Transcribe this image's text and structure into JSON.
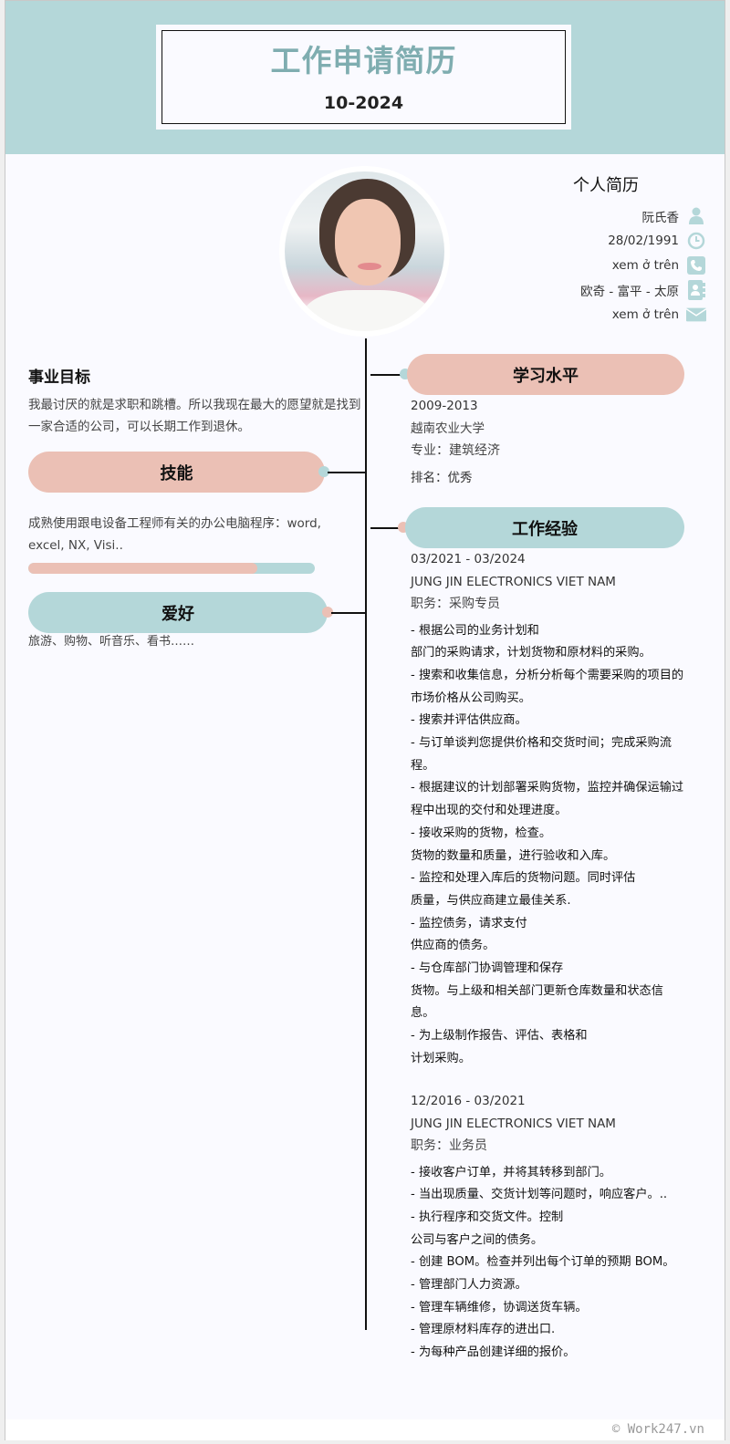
{
  "header": {
    "title": "工作申请简历",
    "date": "10-2024"
  },
  "personal": {
    "title": "个人简历",
    "rows": [
      {
        "icon": "user-icon",
        "value": "阮氏香"
      },
      {
        "icon": "clock-icon",
        "value": "28/02/1991"
      },
      {
        "icon": "phone-icon",
        "value": "xem ở trên"
      },
      {
        "icon": "address-book-icon",
        "value": "欧奇 - 富平 - 太原"
      },
      {
        "icon": "envelope-icon",
        "value": "xem ở trên"
      }
    ]
  },
  "objective": {
    "title": "事业目标",
    "text": "我最讨厌的就是求职和跳槽。所以我现在最大的愿望就是找到一家合适的公司，可以长期工作到退休。"
  },
  "skills": {
    "title": "技能",
    "text": "成熟使用跟电设备工程师有关的办公电脑程序：word, excel, NX, Visi..",
    "level_percent": 80
  },
  "hobbies": {
    "title": "爱好",
    "text": "旅游、购物、听音乐、看书……"
  },
  "education": {
    "title": "学习水平",
    "period": "2009-2013",
    "school": "越南农业大学",
    "major": "专业：建筑经济",
    "rank": "排名：优秀"
  },
  "experience": {
    "title": "工作经验",
    "jobs": [
      {
        "period": "03/2021 - 03/2024",
        "company": "JUNG JIN ELECTRONICS VIET NAM",
        "position": "职务：采购专员",
        "duties": [
          "- 根据公司的业务计划和",
          "部门的采购请求，计划货物和原材料的采购。",
          "- 搜索和收集信息，分析分析每个需要采购的项目的市场价格从公司购买。",
          "- 搜索并评估供应商。",
          "- 与订单谈判您提供价格和交货时间；完成采购流程。",
          "- 根据建议的计划部署采购货物，监控并确保运输过程中出现的交付和处理进度。",
          "- 接收采购的货物，检查。",
          "货物的数量和质量，进行验收和入库。",
          "- 监控和处理入库后的货物问题。同时评估",
          "质量，与供应商建立最佳关系.",
          "- 监控债务，请求支付",
          "供应商的债务。",
          "- 与仓库部门协调管理和保存",
          "货物。与上级和相关部门更新仓库数量和状态信息。",
          "- 为上级制作报告、评估、表格和",
          "计划采购。"
        ]
      },
      {
        "period": "12/2016 - 03/2021",
        "company": "JUNG JIN ELECTRONICS VIET NAM",
        "position": "职务：业务员",
        "duties": [
          "- 接收客户订单，并将其转移到部门。",
          "- 当出现质量、交货计划等问题时，响应客户。..",
          "- 执行程序和交货文件。控制",
          "公司与客户之间的债务。",
          "- 创建 BOM。检查并列出每个订单的预期 BOM。",
          "- 管理部门人力资源。",
          "- 管理车辆维修，协调送货车辆。",
          "- 管理原材料库存的进出口.",
          "- 为每种产品创建详细的报价。"
        ]
      }
    ]
  },
  "footer": {
    "copyright": "© Work247.vn"
  },
  "colors": {
    "teal": "#b4d7d9",
    "pink": "#ebc0b5",
    "title_teal": "#7fadb0",
    "page_bg": "#fafaff"
  }
}
